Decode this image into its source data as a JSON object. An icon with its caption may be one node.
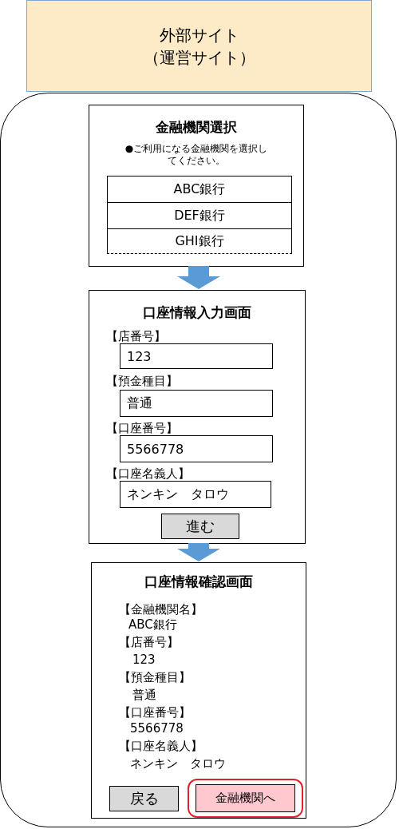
{
  "diagram": {
    "nodes": [
      {
        "text": [
          "外部サイト",
          "（運営サイト）"
        ]
      },
      {
        "text": [],
        "shape": "box"
      },
      {
        "text": [
          "金融機関選択",
          "●ご利用になる金融機関を選択してください。"
        ],
        "in": 1
      },
      {
        "text": [
          "ABC銀行"
        ],
        "in": 2
      },
      {
        "text": [
          "DEF銀行"
        ],
        "in": 2
      },
      {
        "text": [
          "GHI銀行"
        ],
        "in": 2
      },
      {
        "text": [
          "口座情報入力画面",
          "【店番号】",
          "【預金種目】",
          "【口座番号】",
          "【口座名義人】"
        ],
        "in": 1
      },
      {
        "text": [
          "123"
        ],
        "in": 6
      },
      {
        "text": [
          "普通"
        ],
        "in": 6
      },
      {
        "text": [
          "5566778"
        ],
        "in": 6
      },
      {
        "text": [
          "ネンキン　タロウ"
        ],
        "in": 6
      },
      {
        "text": [
          "進む"
        ],
        "in": 6
      },
      {
        "text": [
          "口座情報確認画面",
          "【金融機関名】",
          "ABC銀行",
          "【店番号】",
          "123",
          "【預金種目】",
          "普通",
          "【口座番号】",
          "5566778",
          "【口座名義人】",
          "ネンキン　タロウ"
        ],
        "in": 1
      },
      {
        "text": [
          "戻る"
        ],
        "in": 12
      },
      {
        "text": [
          "金融機関へ"
        ],
        "in": 12
      }
    ],
    "edges": [
      {
        "from": 2,
        "to": 6,
        "arrow": "to"
      },
      {
        "from": 6,
        "to": 12,
        "arrow": "to"
      }
    ]
  }
}
